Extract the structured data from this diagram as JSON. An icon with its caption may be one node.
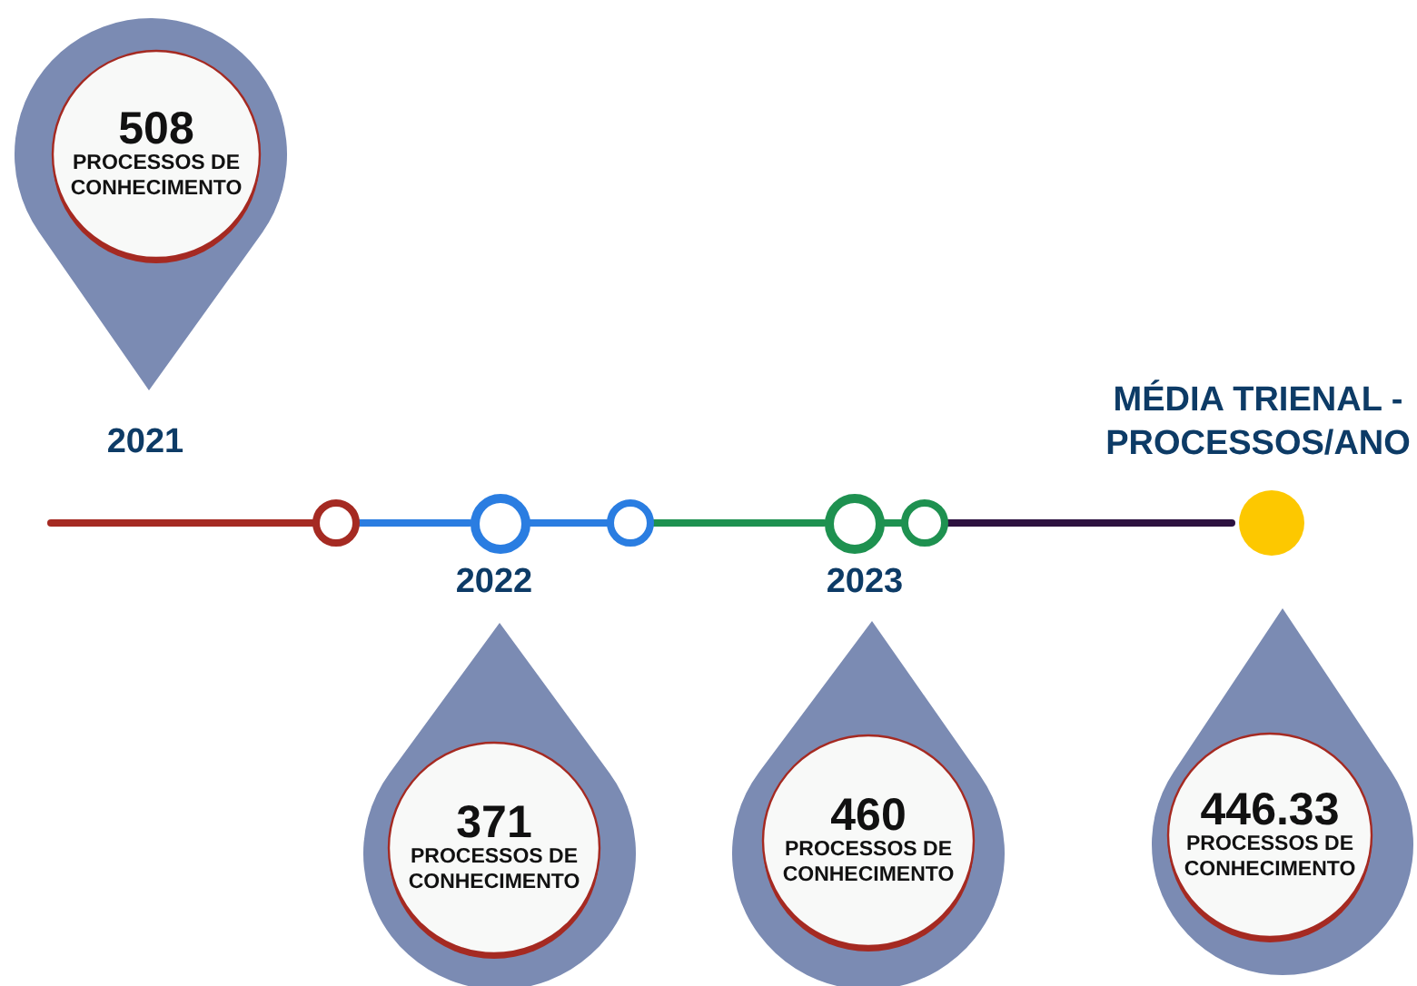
{
  "diagram": {
    "nodes": [
      {
        "text": [
          "508",
          "PROCESSOS DE CONHECIMENTO"
        ],
        "beside": [
          "2021"
        ]
      },
      {
        "text": [
          "371",
          "PROCESSOS DE CONHECIMENTO"
        ],
        "beside": [
          "2022"
        ]
      },
      {
        "text": [
          "460",
          "PROCESSOS DE CONHECIMENTO"
        ],
        "beside": [
          "2023"
        ]
      },
      {
        "text": [
          "446.33",
          "PROCESSOS DE CONHECIMENTO"
        ]
      },
      {
        "text": [],
        "shape": "circle"
      },
      {
        "text": [],
        "shape": "circle"
      },
      {
        "text": [],
        "shape": "circle"
      },
      {
        "text": [],
        "shape": "circle"
      },
      {
        "text": [],
        "shape": "circle"
      },
      {
        "text": [],
        "shape": "circle",
        "beside": [
          "MÉDIA TRIENAL - PROCESSOS/ANO"
        ]
      }
    ],
    "edges": [
      {
        "from": null,
        "to": 4,
        "arrow": "none",
        "color": "#a52a22"
      },
      {
        "from": 4,
        "to": 5,
        "arrow": "none",
        "color": "#2a7de1"
      },
      {
        "from": 5,
        "to": 6,
        "arrow": "none",
        "color": "#2a7de1"
      },
      {
        "from": 6,
        "to": 7,
        "arrow": "none",
        "color": "#1e9150"
      },
      {
        "from": 7,
        "to": 8,
        "arrow": "none",
        "color": "#1e9150"
      },
      {
        "from": 8,
        "to": 9,
        "arrow": "none",
        "color": "#2d1240"
      }
    ]
  }
}
